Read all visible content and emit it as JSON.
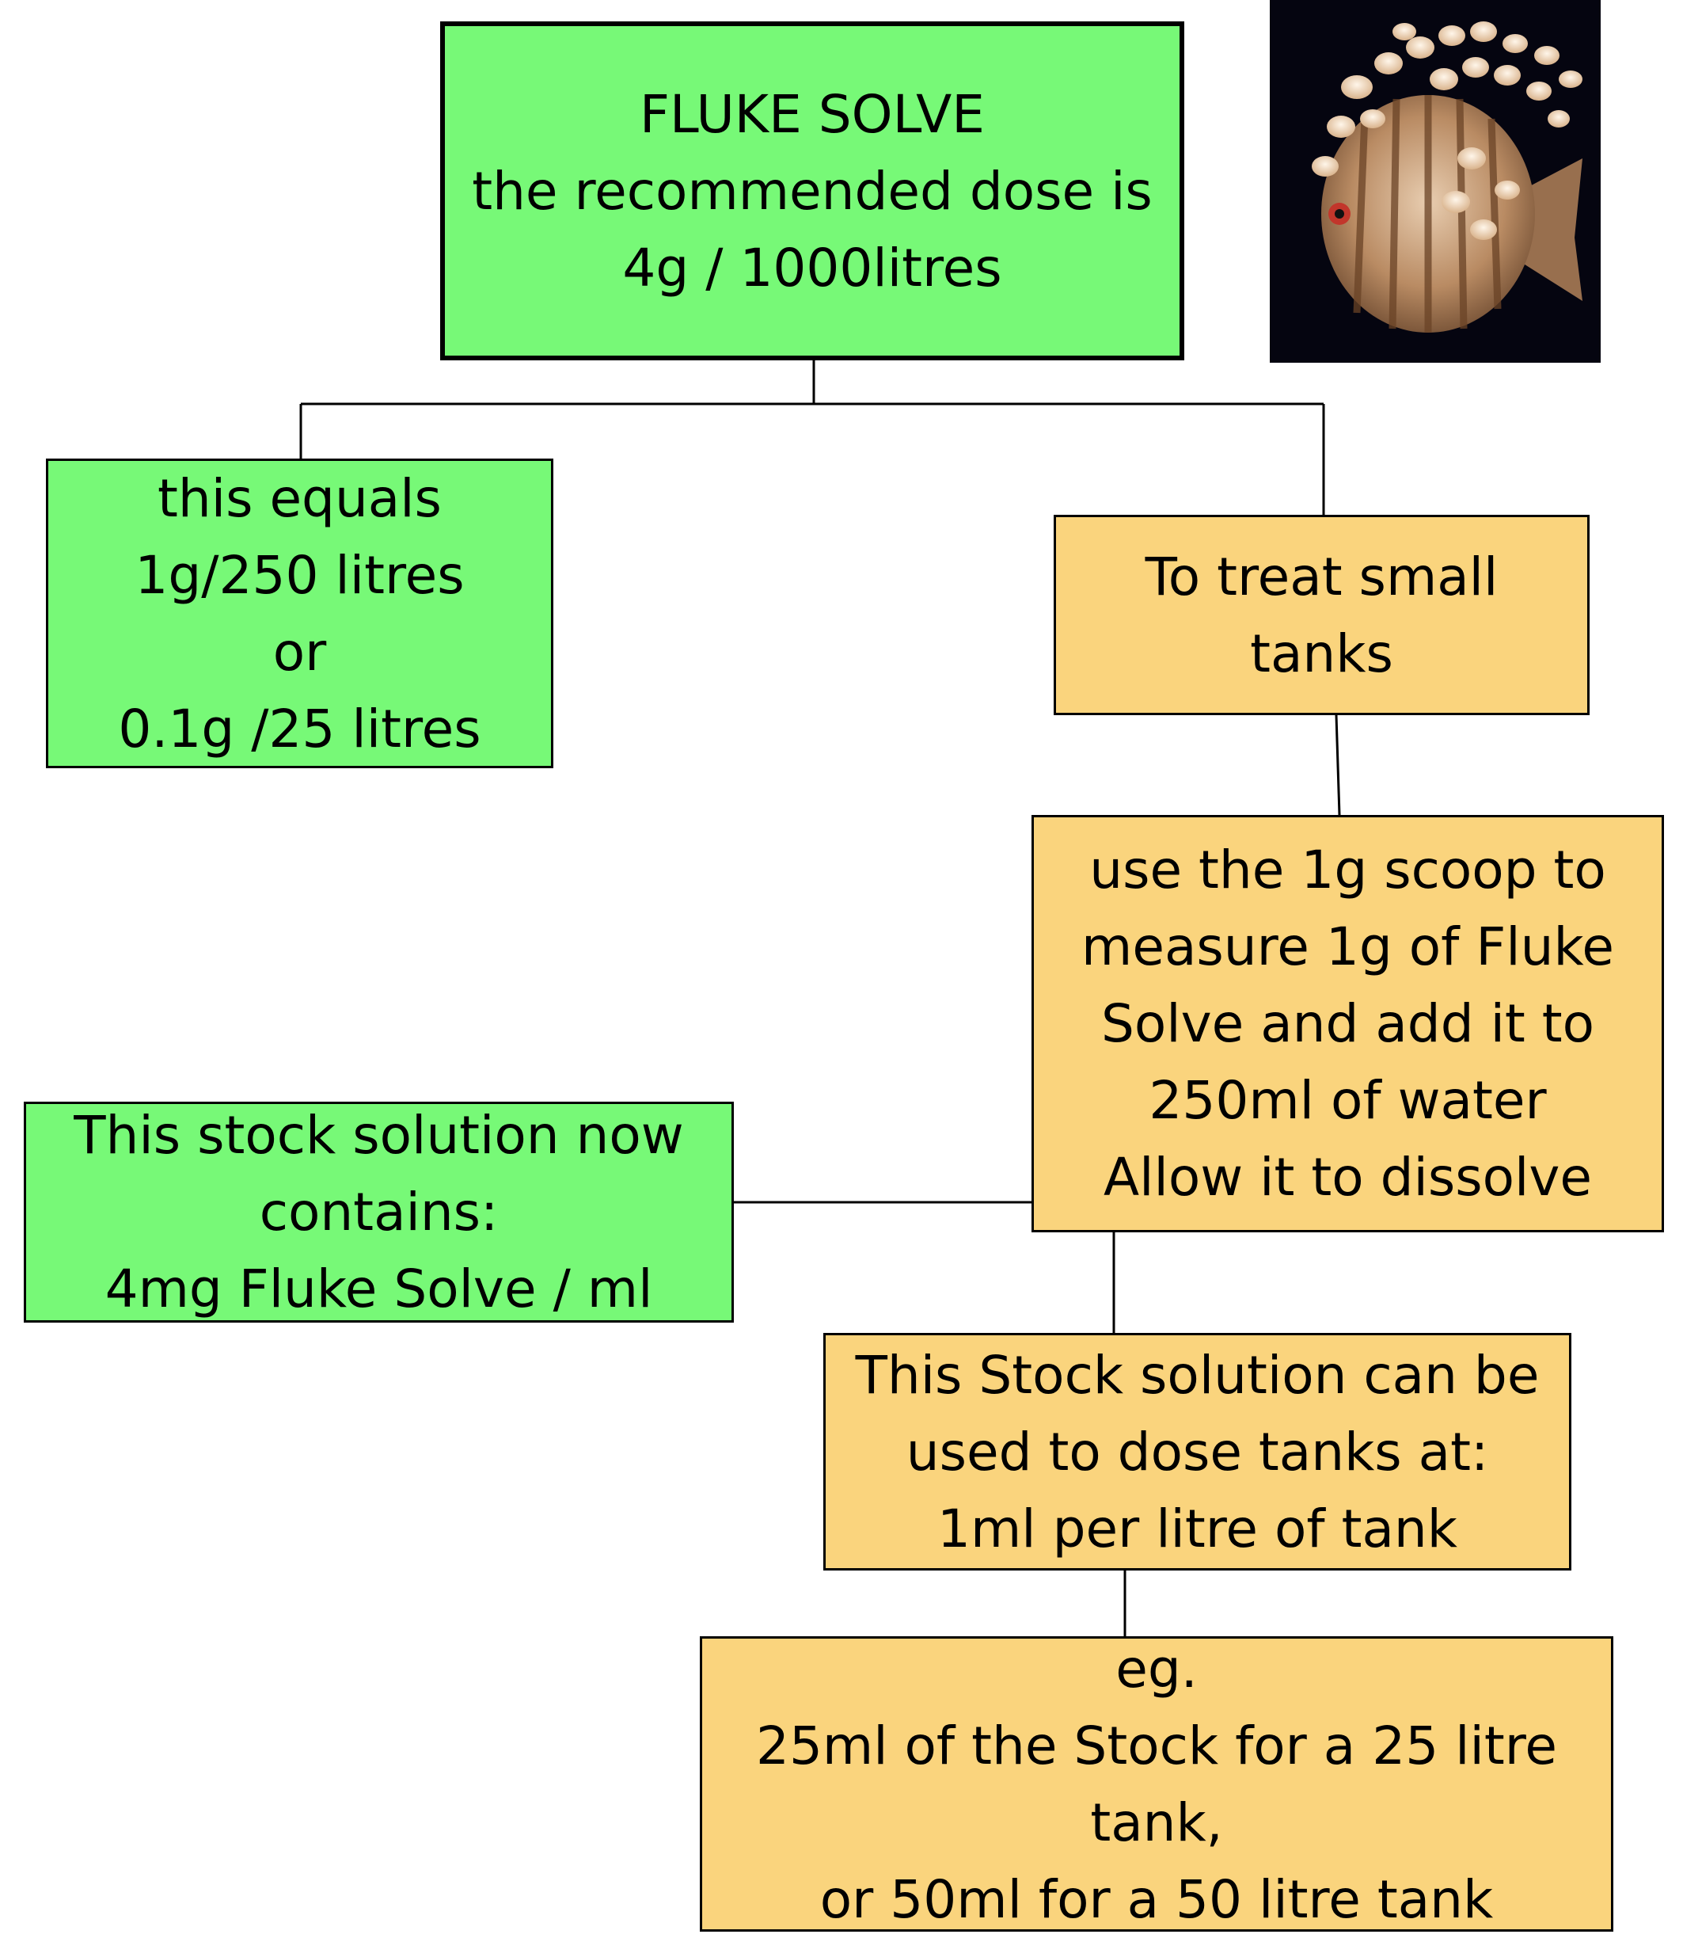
{
  "diagram": {
    "title_box": {
      "lines": [
        "FLUKE SOLVE",
        "the recommended dose is",
        "4g / 1000litres"
      ],
      "color": "#77f977"
    },
    "equals_box": {
      "lines": [
        "this equals",
        "1g/250 litres",
        "or",
        "0.1g /25 litres"
      ],
      "color": "#77f977"
    },
    "small_tanks_box": {
      "lines": [
        "To treat small",
        "tanks"
      ],
      "color": "#fad47d"
    },
    "scoop_box": {
      "lines": [
        "use the 1g scoop to",
        "measure 1g of Fluke",
        "Solve and add it to",
        "250ml of water",
        "Allow it to dissolve"
      ],
      "color": "#fad47d"
    },
    "stock_contains_box": {
      "lines": [
        "This stock solution now",
        "contains:",
        "4mg Fluke Solve / ml"
      ],
      "color": "#77f977"
    },
    "dose_tanks_box": {
      "lines": [
        "This Stock solution can be",
        "used to dose tanks at:",
        "1ml per litre of tank"
      ],
      "color": "#fad47d"
    },
    "example_box": {
      "lines": [
        "eg.",
        "25ml of the Stock for a 25 litre",
        "tank,",
        "or 50ml for a 50 litre tank"
      ],
      "color": "#fad47d"
    }
  },
  "image": {
    "icon": "discus-fish-with-flukes-photo"
  }
}
